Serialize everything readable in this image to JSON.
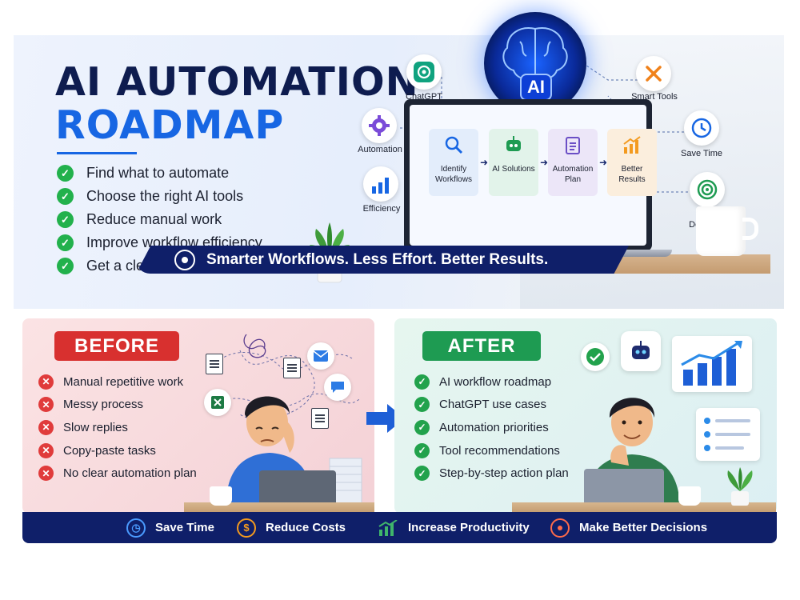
{
  "hero": {
    "title_line1": "AI AUTOMATION",
    "title_line2": "ROADMAP",
    "benefits": [
      "Find what to automate",
      "Choose the right AI tools",
      "Reduce manual work",
      "Improve workflow efficiency",
      "Get a clear action plan"
    ],
    "tagline": "Smarter Workflows. Less Effort. Better Results."
  },
  "hub": {
    "center": "AI",
    "tools": {
      "chatgpt": "ChatGPT",
      "automation": "Automation",
      "efficiency": "Efficiency",
      "smart_tools": "Smart Tools",
      "save_time": "Save Time",
      "better_decisions": "Better Decisions"
    },
    "steps": [
      "Identify Workflows",
      "AI Solutions",
      "Automation Plan",
      "Better Results"
    ]
  },
  "before": {
    "label": "BEFORE",
    "items": [
      "Manual repetitive work",
      "Messy process",
      "Slow replies",
      "Copy-paste tasks",
      "No clear automation plan"
    ]
  },
  "after": {
    "label": "AFTER",
    "items": [
      "AI workflow roadmap",
      "ChatGPT use cases",
      "Automation priorities",
      "Tool recommendations",
      "Step-by-step action plan"
    ]
  },
  "footer": {
    "items": [
      "Save Time",
      "Reduce Costs",
      "Increase Productivity",
      "Make Better Decisions"
    ]
  },
  "colors": {
    "navy": "#0f1f69",
    "blue": "#1766e3",
    "green": "#22b14c",
    "red": "#d8302f",
    "orange": "#f39a1f"
  }
}
